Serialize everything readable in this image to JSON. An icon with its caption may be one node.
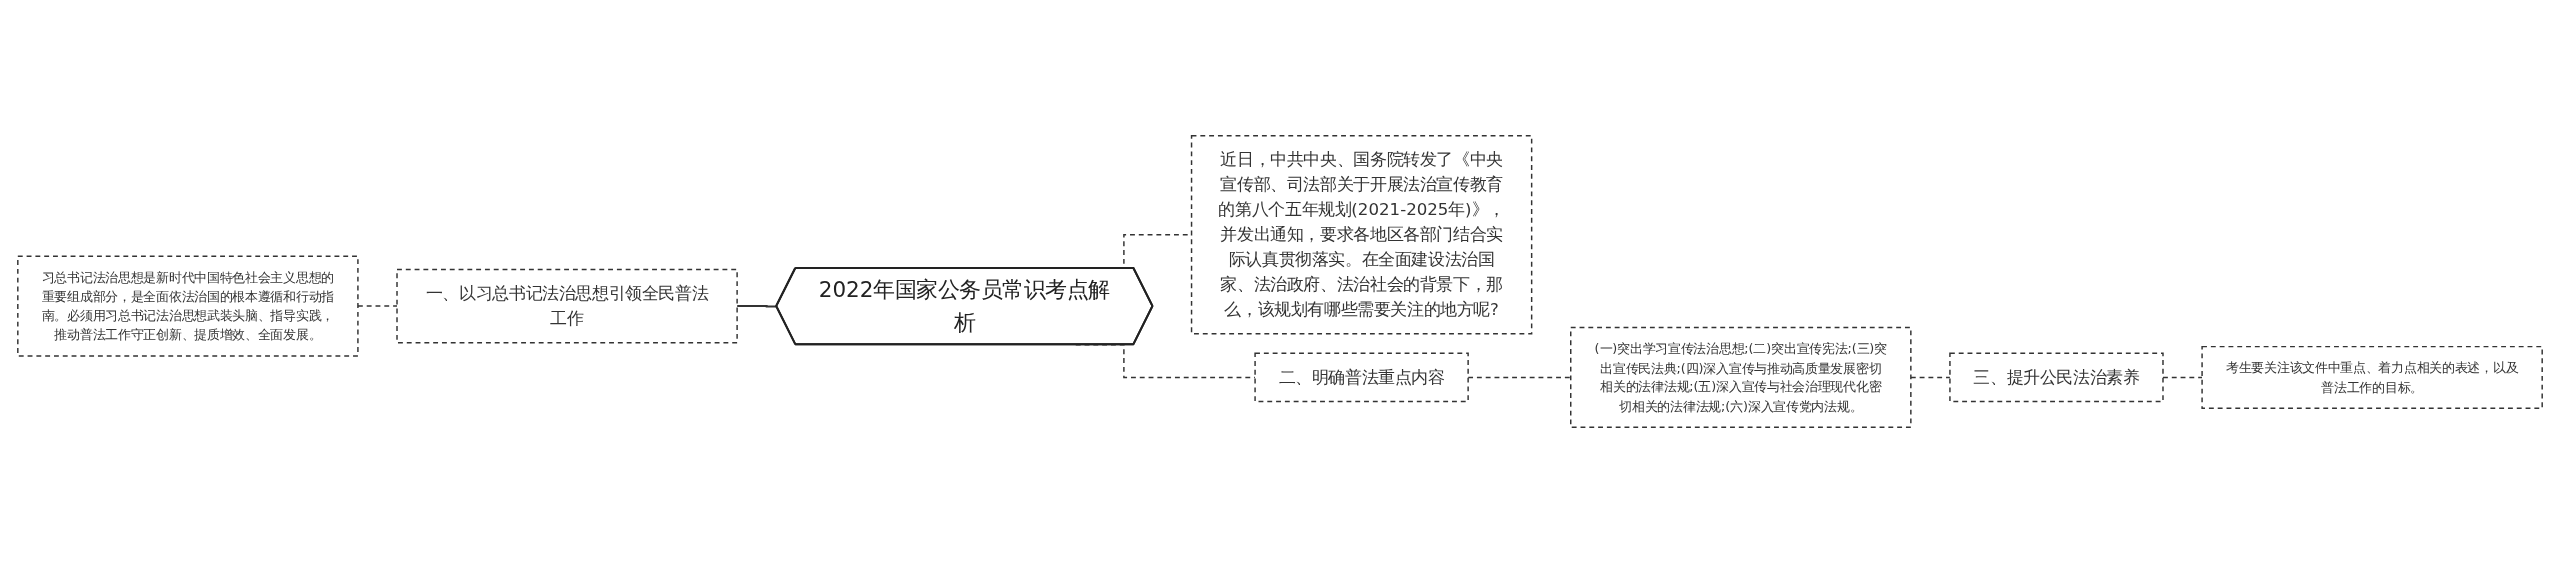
{
  "diagram": {
    "nodes": [
      {
        "text": [
          "2022年国家公务员常识考点解析"
        ]
      },
      {
        "text": [
          "一、以习总书记法治思想引领全民普法工作"
        ]
      },
      {
        "text": [
          "习总书记法治思想是新时代中国特色社会主义思想的重要组成部分，是全面依法治国的根本遵循和行动指南。必须用习总书记法治思想武装头脑、指导实践，推动普法工作守正创新、提质增效、全面发展。"
        ]
      },
      {
        "text": [
          "近日，中共中央、国务院转发了《中央宣传部、司法部关于开展法治宣传教育的第八个五年规划(2021-2025年)》，并发出通知，要求各地区各部门结合实际认真贯彻落实。在全面建设法治国家、法治政府、法治社会的背景下，那么，该规划有哪些需要关注的地方呢?"
        ]
      },
      {
        "text": [
          "二、明确普法重点内容"
        ]
      },
      {
        "text": [
          "(一)突出学习宣传法治思想;(二)突出宣传宪法;(三)突出宣传民法典;(四)深入宣传与推动高质量发展密切相关的法律法规;(五)深入宣传与社会治理现代化密切相关的法律法规;(六)深入宣传党内法规。"
        ]
      },
      {
        "text": [
          "三、提升公民法治素养"
        ]
      },
      {
        "text": [
          "考生要关注该文件中重点、着力点相关的表述，以及普法工作的目标。"
        ]
      }
    ],
    "edges": [
      {
        "from": 2,
        "to": 1,
        "arrow": "none",
        "style": "dashed"
      },
      {
        "from": 1,
        "to": 0,
        "arrow": "none"
      },
      {
        "from": 0,
        "to": 3,
        "arrow": "none",
        "style": "dashed"
      },
      {
        "from": 0,
        "to": 4,
        "arrow": "none",
        "style": "dashed"
      },
      {
        "from": 4,
        "to": 5,
        "arrow": "none",
        "style": "dashed"
      },
      {
        "from": 5,
        "to": 6,
        "arrow": "none",
        "style": "dashed"
      },
      {
        "from": 6,
        "to": 7,
        "arrow": "none",
        "style": "dashed"
      }
    ]
  }
}
